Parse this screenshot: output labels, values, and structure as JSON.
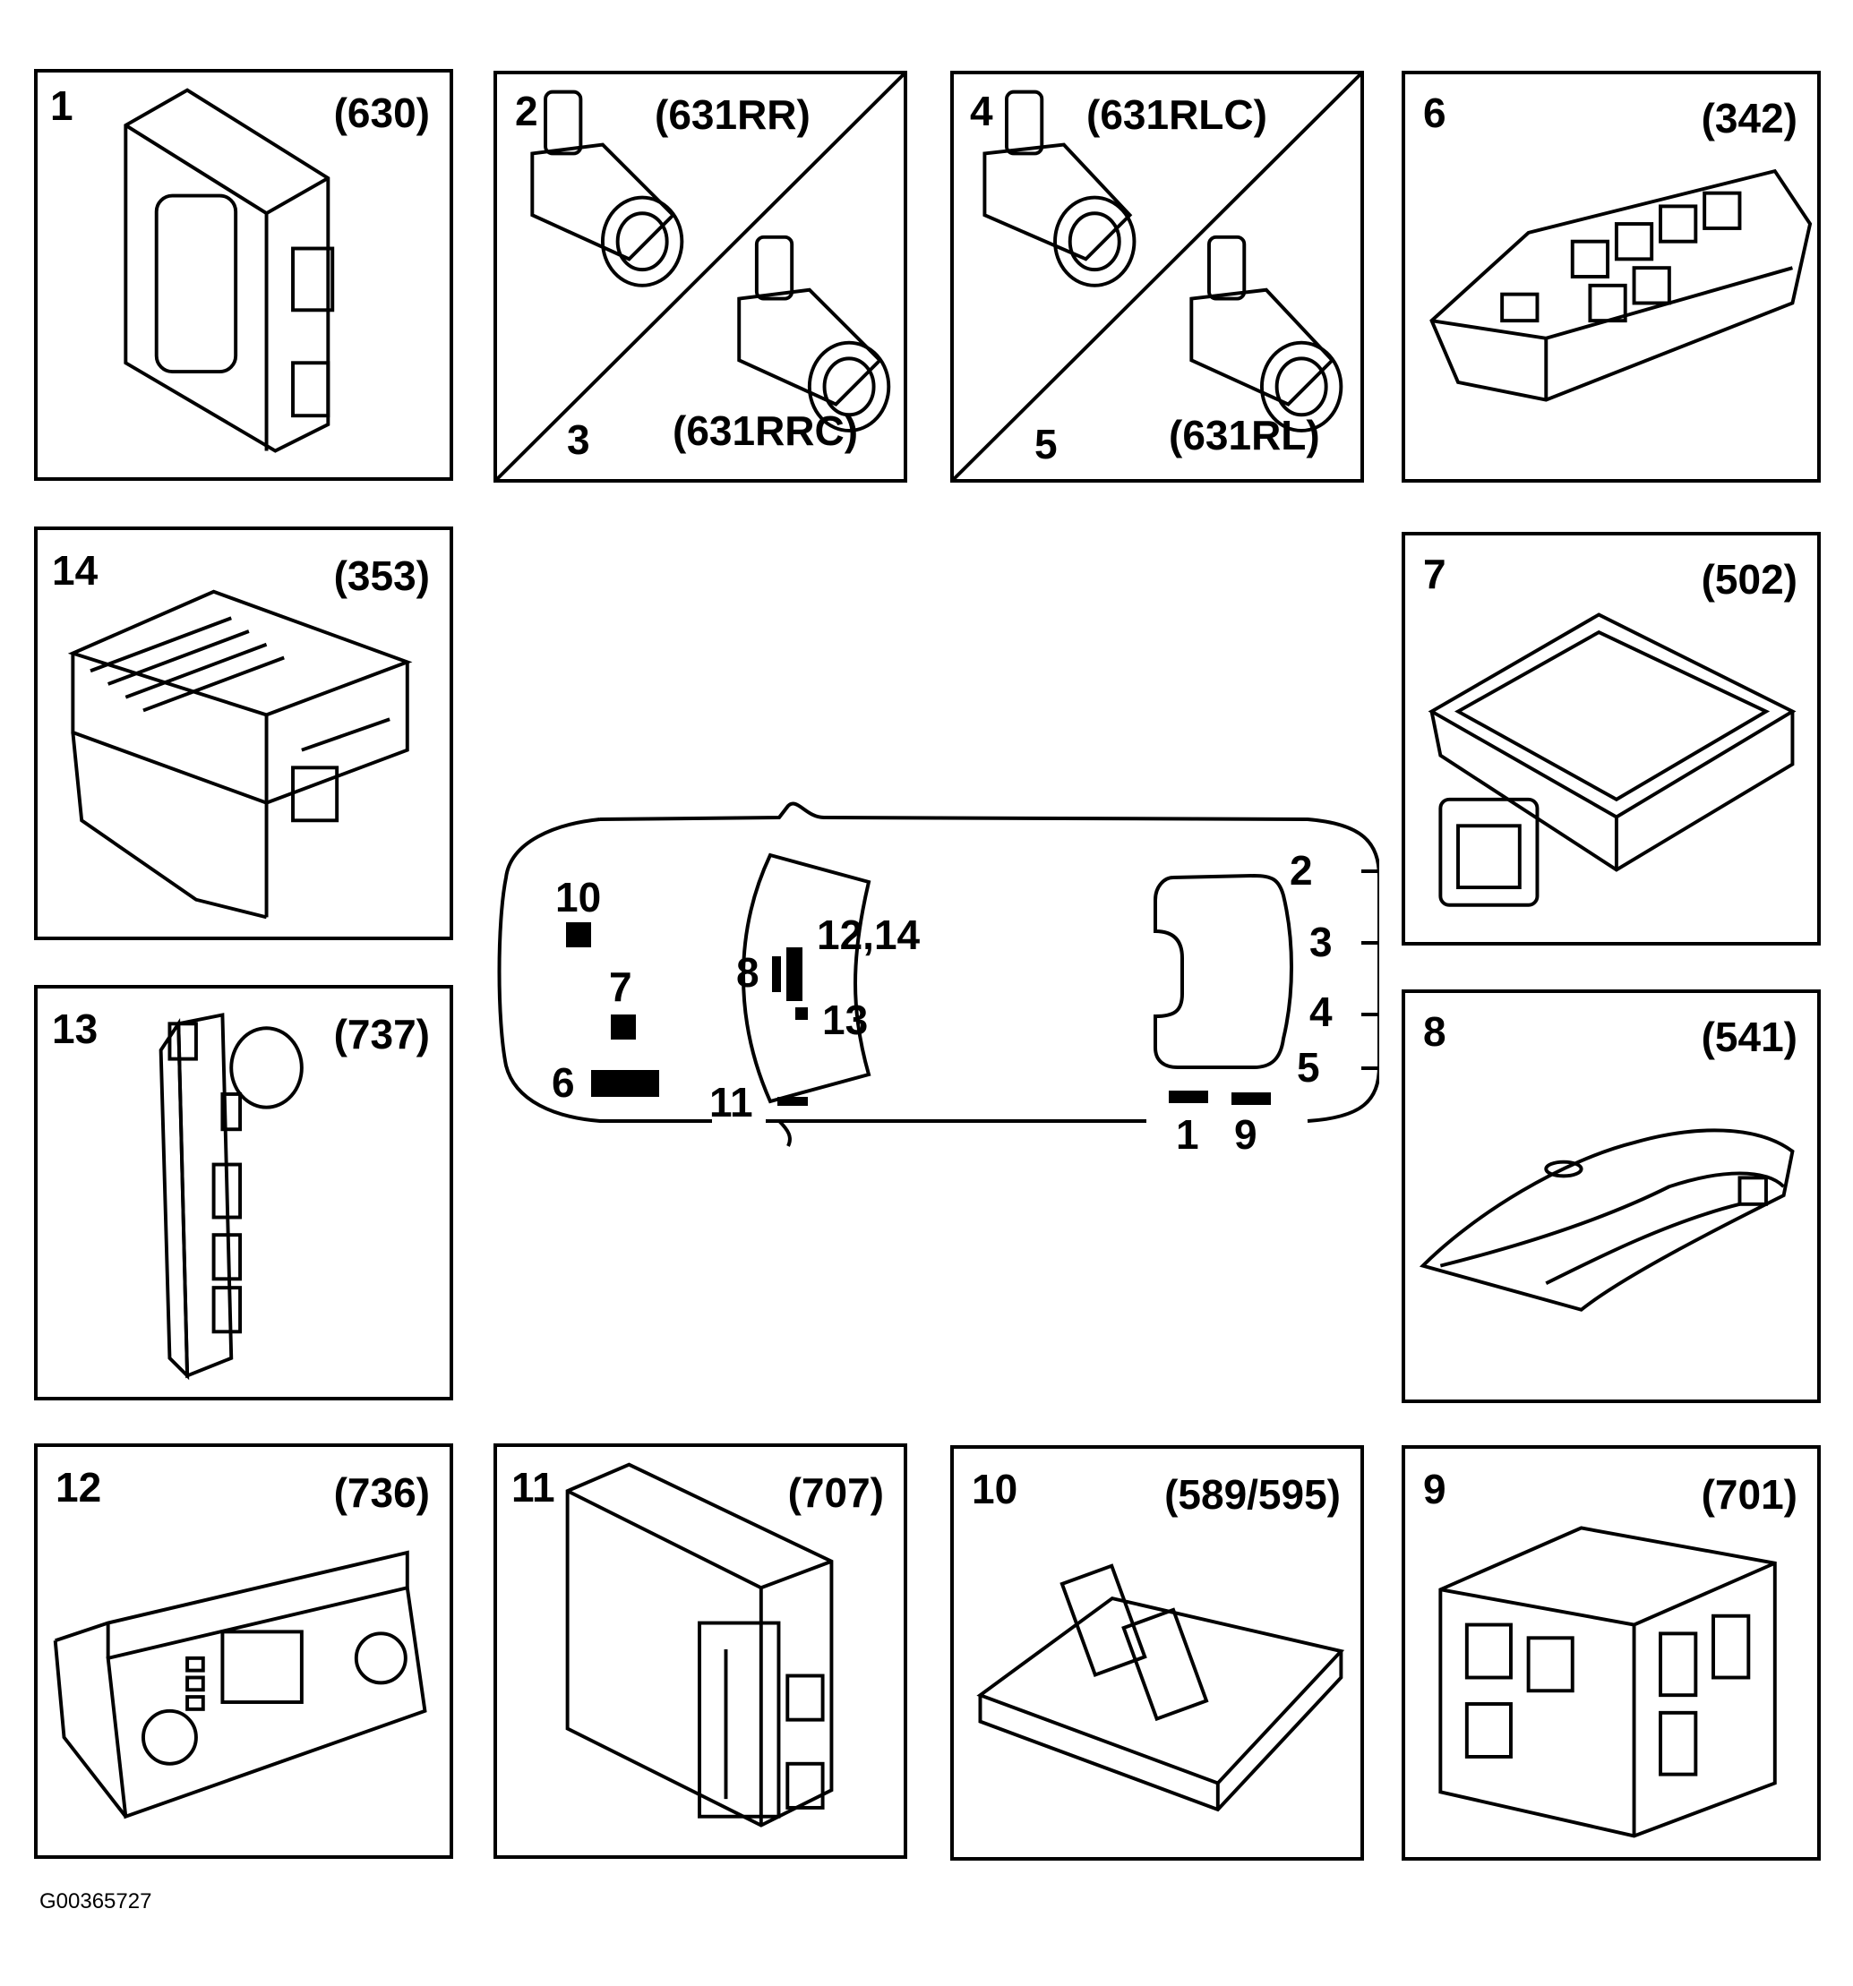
{
  "panels": {
    "p1": {
      "num": "1",
      "code": "(630)"
    },
    "p2": {
      "num_top": "2",
      "code_top": "(631RR)",
      "num_bottom": "3",
      "code_bottom": "(631RRC)"
    },
    "p4": {
      "num_top": "4",
      "code_top": "(631RLC)",
      "num_bottom": "5",
      "code_bottom": "(631RL)"
    },
    "p6": {
      "num": "6",
      "code": "(342)"
    },
    "p14": {
      "num": "14",
      "code": "(353)"
    },
    "p7": {
      "num": "7",
      "code": "(502)"
    },
    "p13": {
      "num": "13",
      "code": "(737)"
    },
    "p8": {
      "num": "8",
      "code": "(541)"
    },
    "p12": {
      "num": "12",
      "code": "(736)"
    },
    "p11": {
      "num": "11",
      "code": "(707)"
    },
    "p10": {
      "num": "10",
      "code": "(589/595)"
    },
    "p9": {
      "num": "9",
      "code": "(701)"
    }
  },
  "car_labels": {
    "l10": "10",
    "l7": "7",
    "l6": "6",
    "l11": "11",
    "l8": "8",
    "l12_14": "12,14",
    "l13": "13",
    "l2": "2",
    "l3": "3",
    "l4": "4",
    "l5": "5",
    "l1": "1",
    "l9": "9"
  },
  "reference": "G00365727"
}
